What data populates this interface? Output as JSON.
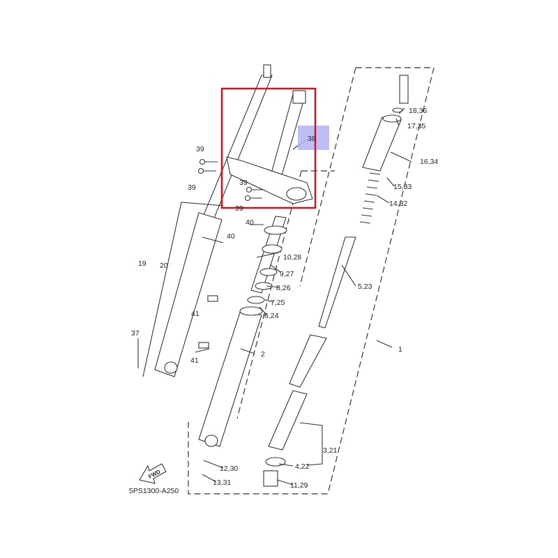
{
  "diagram": {
    "code": "5PS1300-A250",
    "fwd_label": "FWD",
    "highlight_color": "#b3b3f5",
    "selection_color": "#d0141c",
    "callouts": {
      "p18_36": "18,36",
      "p17_35": "17,35",
      "p16_34": "16,34",
      "p15_33": "15,33",
      "p14_32": "14,32",
      "p10_28": "10,28",
      "p9_27": "9,27",
      "p8_26": "8,26",
      "p7_25": "7,25",
      "p6_24": "6,24",
      "p5_23": "5,23",
      "p1": "1",
      "p2": "2",
      "p3_21": "3,21",
      "p4_22": "4,22",
      "p11_29": "11,29",
      "p12_30": "12,30",
      "p13_31": "13,31",
      "p37": "37",
      "p41a": "41",
      "p41b": "41",
      "p19": "19",
      "p20": "20",
      "p40a": "40",
      "p40b": "40",
      "p39a": "39",
      "p39b": "39",
      "p39c": "39",
      "p39d": "39",
      "p38": "38"
    }
  }
}
